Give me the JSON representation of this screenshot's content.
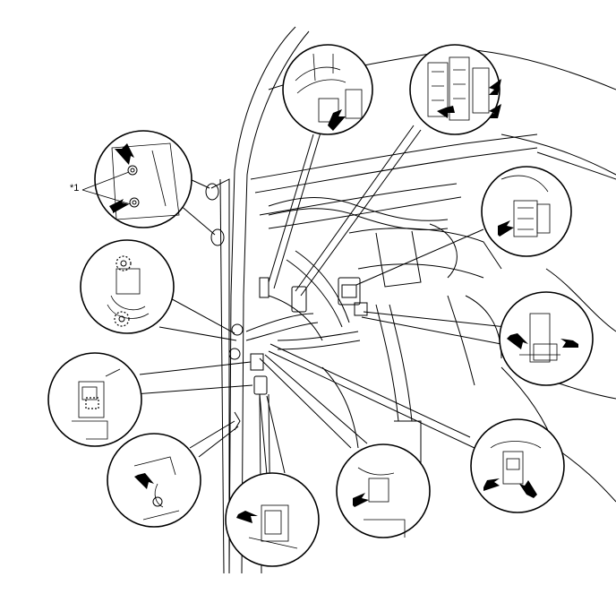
{
  "callout": {
    "label": "*1"
  },
  "colors": {
    "line": "#000000",
    "background": "#ffffff"
  },
  "detail_views": [
    {
      "name": "detail-bolt-pair"
    },
    {
      "name": "detail-top-connector"
    },
    {
      "name": "detail-upper-right-connectors"
    },
    {
      "name": "detail-right-connector"
    },
    {
      "name": "detail-clip-with-dashed"
    },
    {
      "name": "detail-far-right-clamp"
    },
    {
      "name": "detail-left-connector"
    },
    {
      "name": "detail-lower-left-ground"
    },
    {
      "name": "detail-bottom-connector"
    },
    {
      "name": "detail-lower-center-connector"
    },
    {
      "name": "detail-lower-right-clamp"
    }
  ]
}
